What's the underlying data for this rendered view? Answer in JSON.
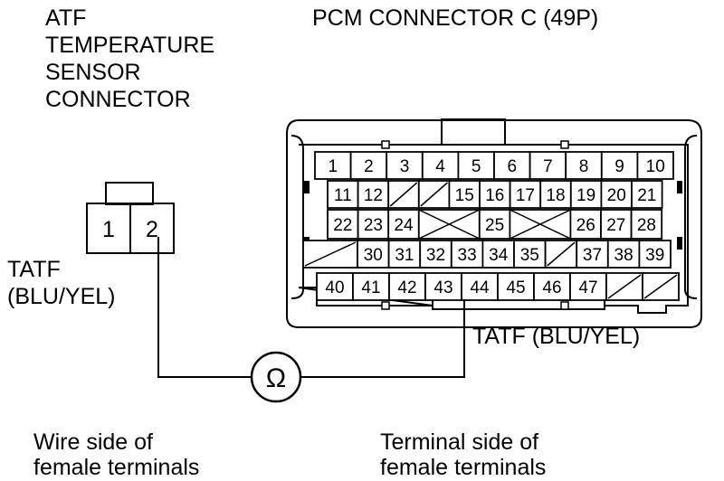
{
  "atf_sensor": {
    "title_lines": [
      "ATF",
      "TEMPERATURE",
      "SENSOR",
      "CONNECTOR"
    ],
    "pins": [
      "1",
      "2"
    ],
    "wire_label_lines": [
      "TATF",
      "(BLU/YEL)"
    ],
    "side_label_lines": [
      "Wire side of",
      "female terminals"
    ]
  },
  "pcm_connector": {
    "title": "PCM CONNECTOR C (49P)",
    "row1": [
      "1",
      "2",
      "3",
      "4",
      "5",
      "6",
      "7",
      "8",
      "9",
      "10"
    ],
    "row2": [
      "11",
      "12",
      "",
      "",
      "15",
      "16",
      "17",
      "18",
      "19",
      "20",
      "21"
    ],
    "row3": [
      "22",
      "23",
      "24",
      "",
      "25",
      "",
      "26",
      "27",
      "28"
    ],
    "row4": [
      "",
      "30",
      "31",
      "32",
      "33",
      "34",
      "35",
      "",
      "37",
      "38",
      "39"
    ],
    "row5": [
      "40",
      "41",
      "42",
      "43",
      "44",
      "45",
      "46",
      "47",
      "",
      ""
    ],
    "wire_label": "TATF (BLU/YEL)",
    "side_label_lines": [
      "Terminal side of",
      "female terminals"
    ]
  },
  "meter": {
    "symbol": "Ω",
    "name": "ohmmeter"
  }
}
